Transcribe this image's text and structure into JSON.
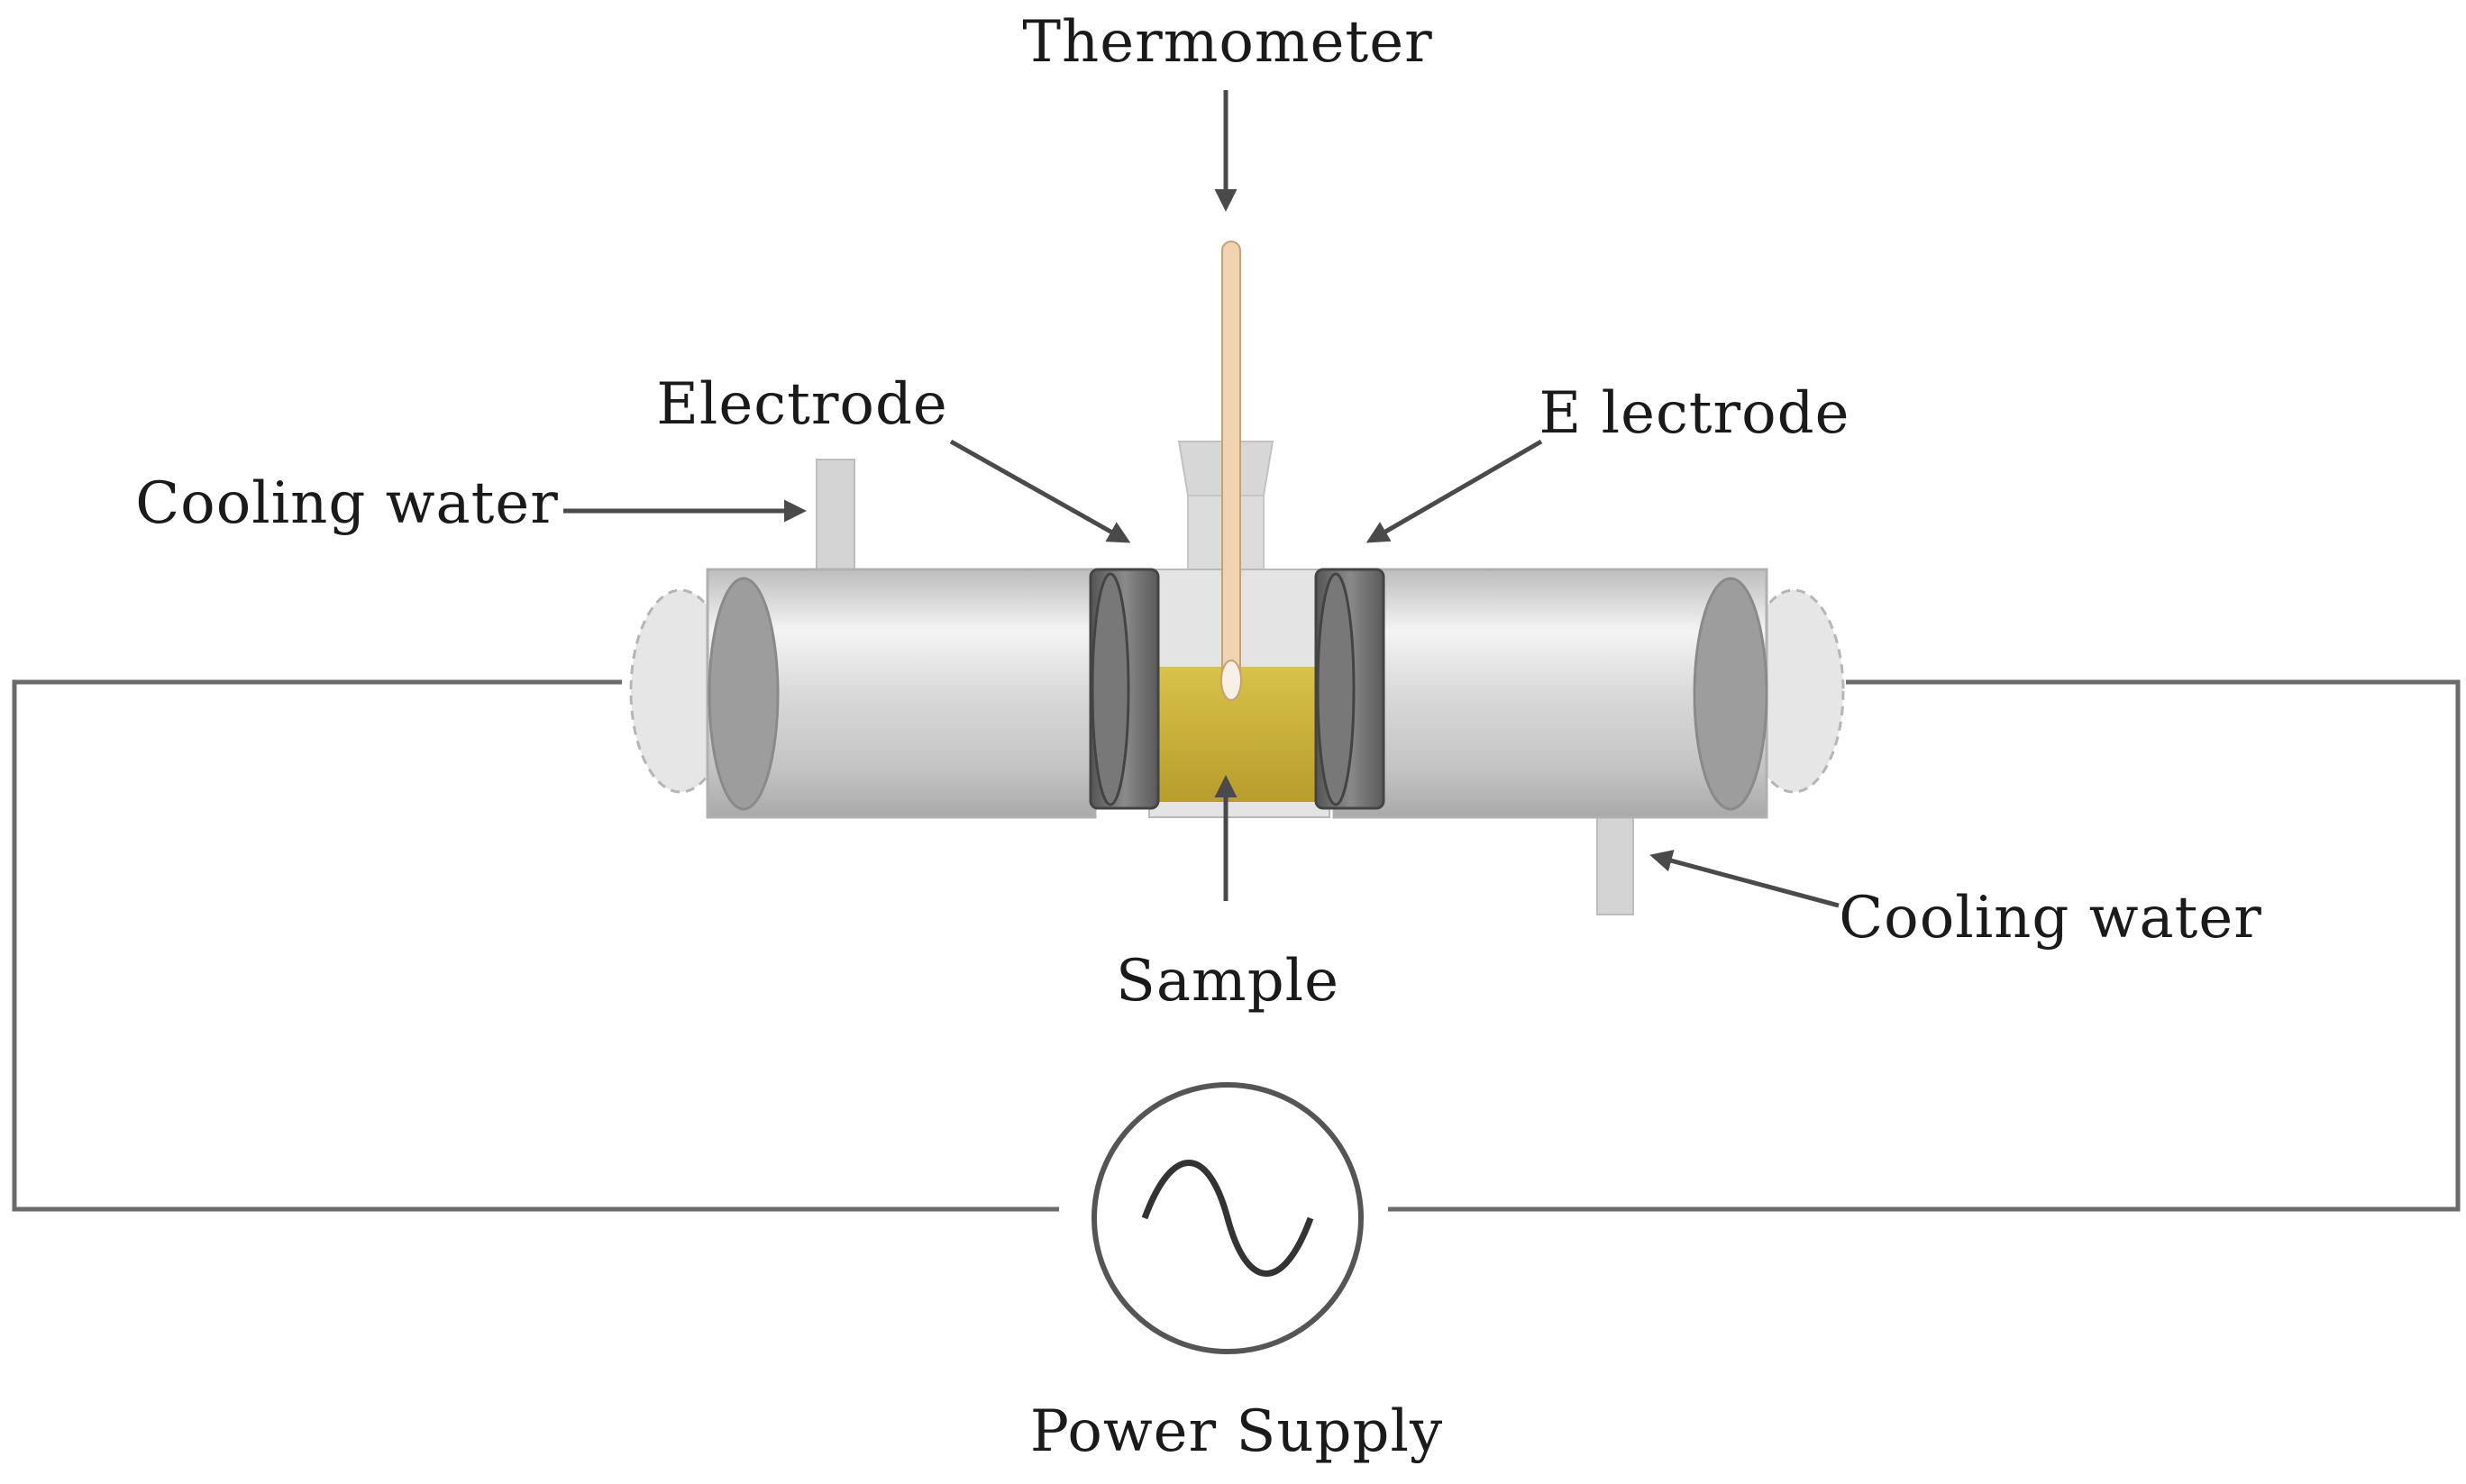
{
  "labels": {
    "thermometer": "Thermometer",
    "electrode_left": "Electrode",
    "electrode_right": "E lectrode",
    "cooling_water_left": "Cooling water",
    "cooling_water_right": "Cooling water",
    "sample": "Sample",
    "power_supply": "Power Supply"
  },
  "colors": {
    "wire": "#6b6b6b",
    "arrow": "#4a4a4a",
    "tube_body": "#d6d6d6",
    "tube_highlight": "#f2f2f2",
    "tube_end": "#9a9a9a",
    "electrode": "#6e6e6e",
    "sample": "#c9b13a",
    "thermometer": "#e8c9a6"
  },
  "icons": {
    "power_supply": "ac-source-icon"
  }
}
